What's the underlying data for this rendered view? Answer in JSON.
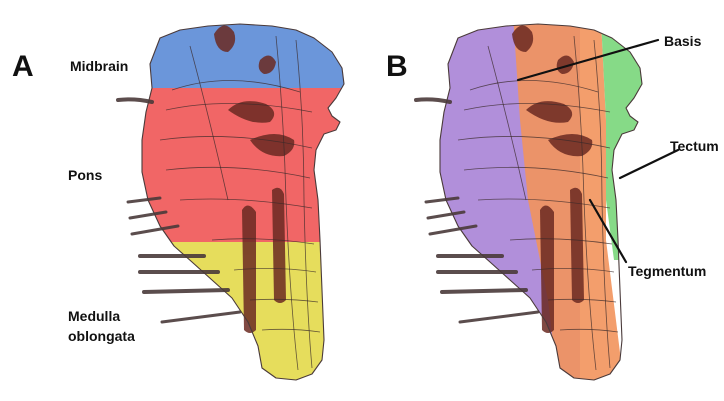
{
  "panels": [
    {
      "letter": "A",
      "labels": {
        "midbrain": "Midbrain",
        "pons": "Pons",
        "medulla_line1": "Medulla",
        "medulla_line2": "oblongata"
      }
    },
    {
      "letter": "B",
      "labels": {
        "basis": "Basis",
        "tectum": "Tectum",
        "tegmentum": "Tegmentum"
      }
    }
  ],
  "colors": {
    "midbrain": "#5b8bd6",
    "pons": "#f05555",
    "medulla": "#e3d94a",
    "basis": "#f2935c",
    "tectum": "#79d67a",
    "tegmentum": "#a983d6",
    "deep_structure": "#6b2a22"
  }
}
